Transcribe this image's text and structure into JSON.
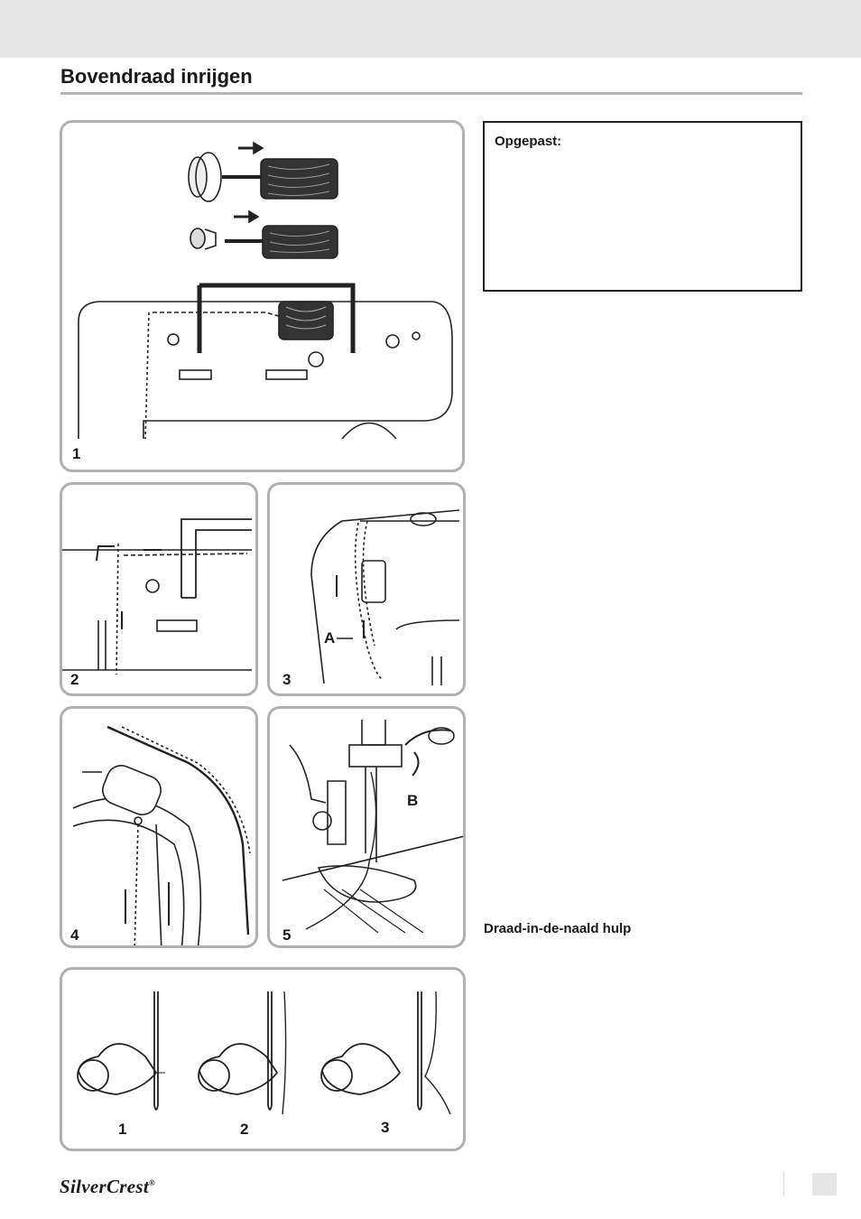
{
  "page": {
    "title": "Bovendraad inrijgen",
    "note_title": "Opgepast:",
    "section_heading": "Draad-in-de-naald hulp",
    "brand": "SilverCrest",
    "brand_mark": "®"
  },
  "figures": [
    {
      "number": "1",
      "labels": []
    },
    {
      "number": "2",
      "labels": []
    },
    {
      "number": "3",
      "labels": [
        "A"
      ]
    },
    {
      "number": "4",
      "labels": []
    },
    {
      "number": "5",
      "labels": [
        "B"
      ]
    },
    {
      "number": "",
      "labels": [
        "1",
        "2",
        "3"
      ]
    }
  ],
  "icons": [
    "spool-icon",
    "spool-cap-icon",
    "sewing-machine-icon",
    "thread-guide-icon",
    "presser-foot-icon",
    "needle-threader-icon"
  ]
}
